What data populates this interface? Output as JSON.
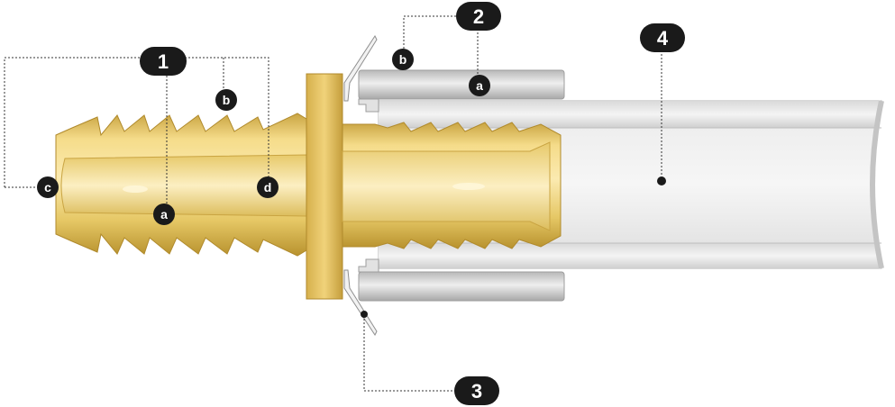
{
  "callouts": {
    "n1": "1",
    "n2": "2",
    "n3": "3",
    "n4": "4",
    "l1a": "a",
    "l1b": "b",
    "l1c": "c",
    "l1d": "d",
    "l2a": "a",
    "l2b": "b"
  },
  "colors": {
    "brass_light": "#f7e29a",
    "brass_mid": "#e3c35e",
    "brass_dark": "#b8922e",
    "pipe_light": "#f0f0f0",
    "pipe_mid": "#cfcfcf",
    "pipe_dark": "#9a9a9a",
    "marker": "#1a1a1a"
  }
}
